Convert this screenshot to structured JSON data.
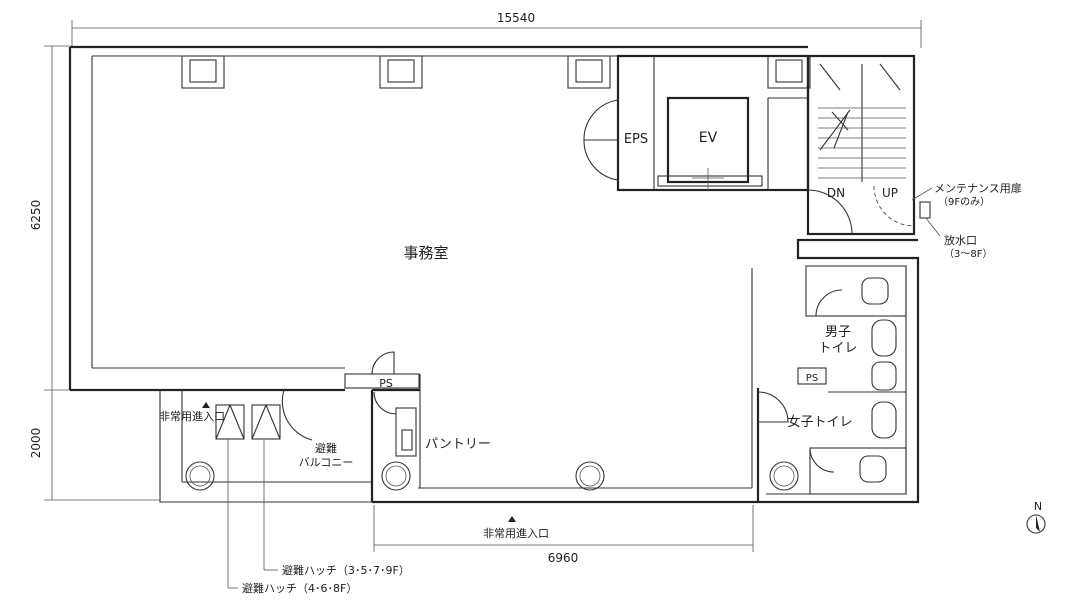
{
  "dimensions": {
    "top_width": "15540",
    "left_height_upper": "6250",
    "left_height_lower": "2000",
    "bottom_width": "6960"
  },
  "rooms": {
    "office": "事務室",
    "elevator": "EV",
    "eps": "EPS",
    "ps_upper": "PS",
    "ps_lower": "PS",
    "pantry": "パントリー",
    "mens_toilet": "男子\nトイレ",
    "mens_toilet_line1": "男子",
    "mens_toilet_line2": "トイレ",
    "womens_toilet": "女子トイレ"
  },
  "stairs": {
    "down": "DN",
    "up": "UP"
  },
  "annotations": {
    "maintenance_line1": "メンテナンス用扉",
    "maintenance_line2": "（9Fのみ）",
    "drain_line1": "放水口",
    "drain_line2": "（3～8F）",
    "emergency_entrance_left": "非常用進入口",
    "emergency_entrance_bottom": "非常用進入口",
    "balcony_line1": "避難",
    "balcony_line2": "バルコニー",
    "hatch_a": "避難ハッチ（3･5･7･9F）",
    "hatch_b": "避難ハッチ（4･6･8F）"
  },
  "compass": {
    "north": "N"
  }
}
